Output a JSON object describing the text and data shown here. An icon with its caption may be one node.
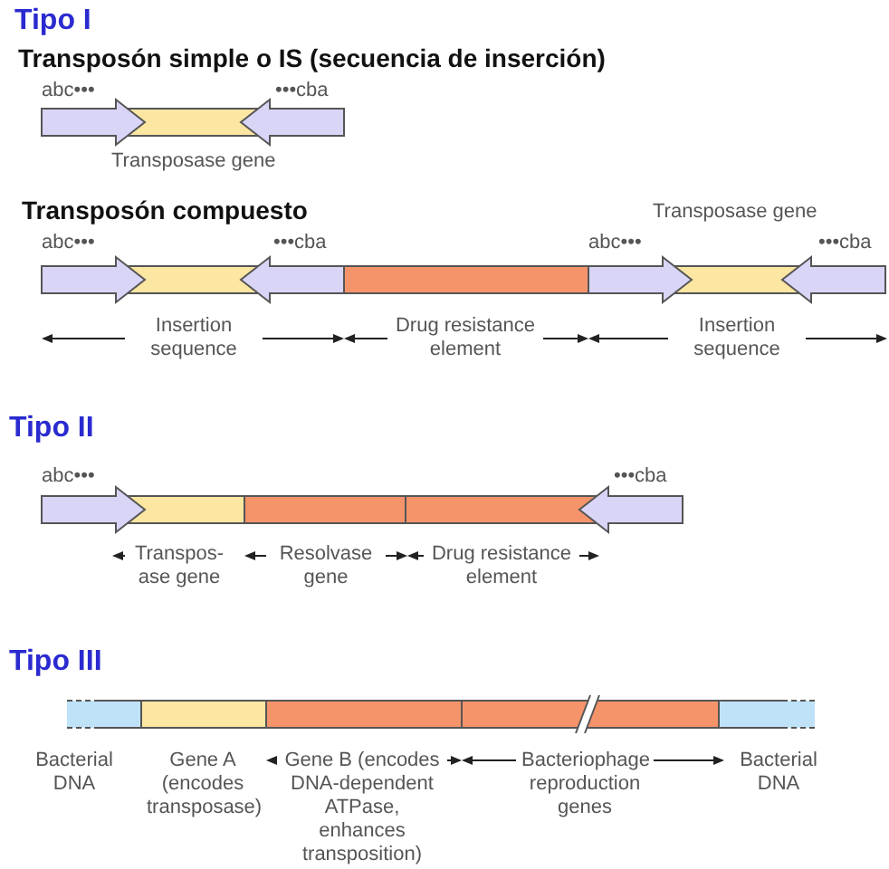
{
  "diagram": {
    "labels": [
      "Tipo I",
      "Transposón simple o IS (secuencia de inserción)",
      "abc•••",
      "•••cba",
      "Transposase gene",
      "Transposón compuesto",
      "Transposase gene",
      "abc•••",
      "•••cba",
      "abc•••",
      "•••cba",
      "Insertion sequence",
      "Drug resistance element",
      "Insertion sequence",
      "Tipo II",
      "abc•••",
      "•••cba",
      "Transpos-ase gene",
      "Resolvase gene",
      "Drug resistance element",
      "Tipo III",
      "Bacterial DNA",
      "Gene A (encodes transposase)",
      "Gene B (encodes DNA-dependent ATPase, enhances transposition)",
      "Bacteriophage reproduction genes",
      "Bacterial DNA"
    ]
  }
}
